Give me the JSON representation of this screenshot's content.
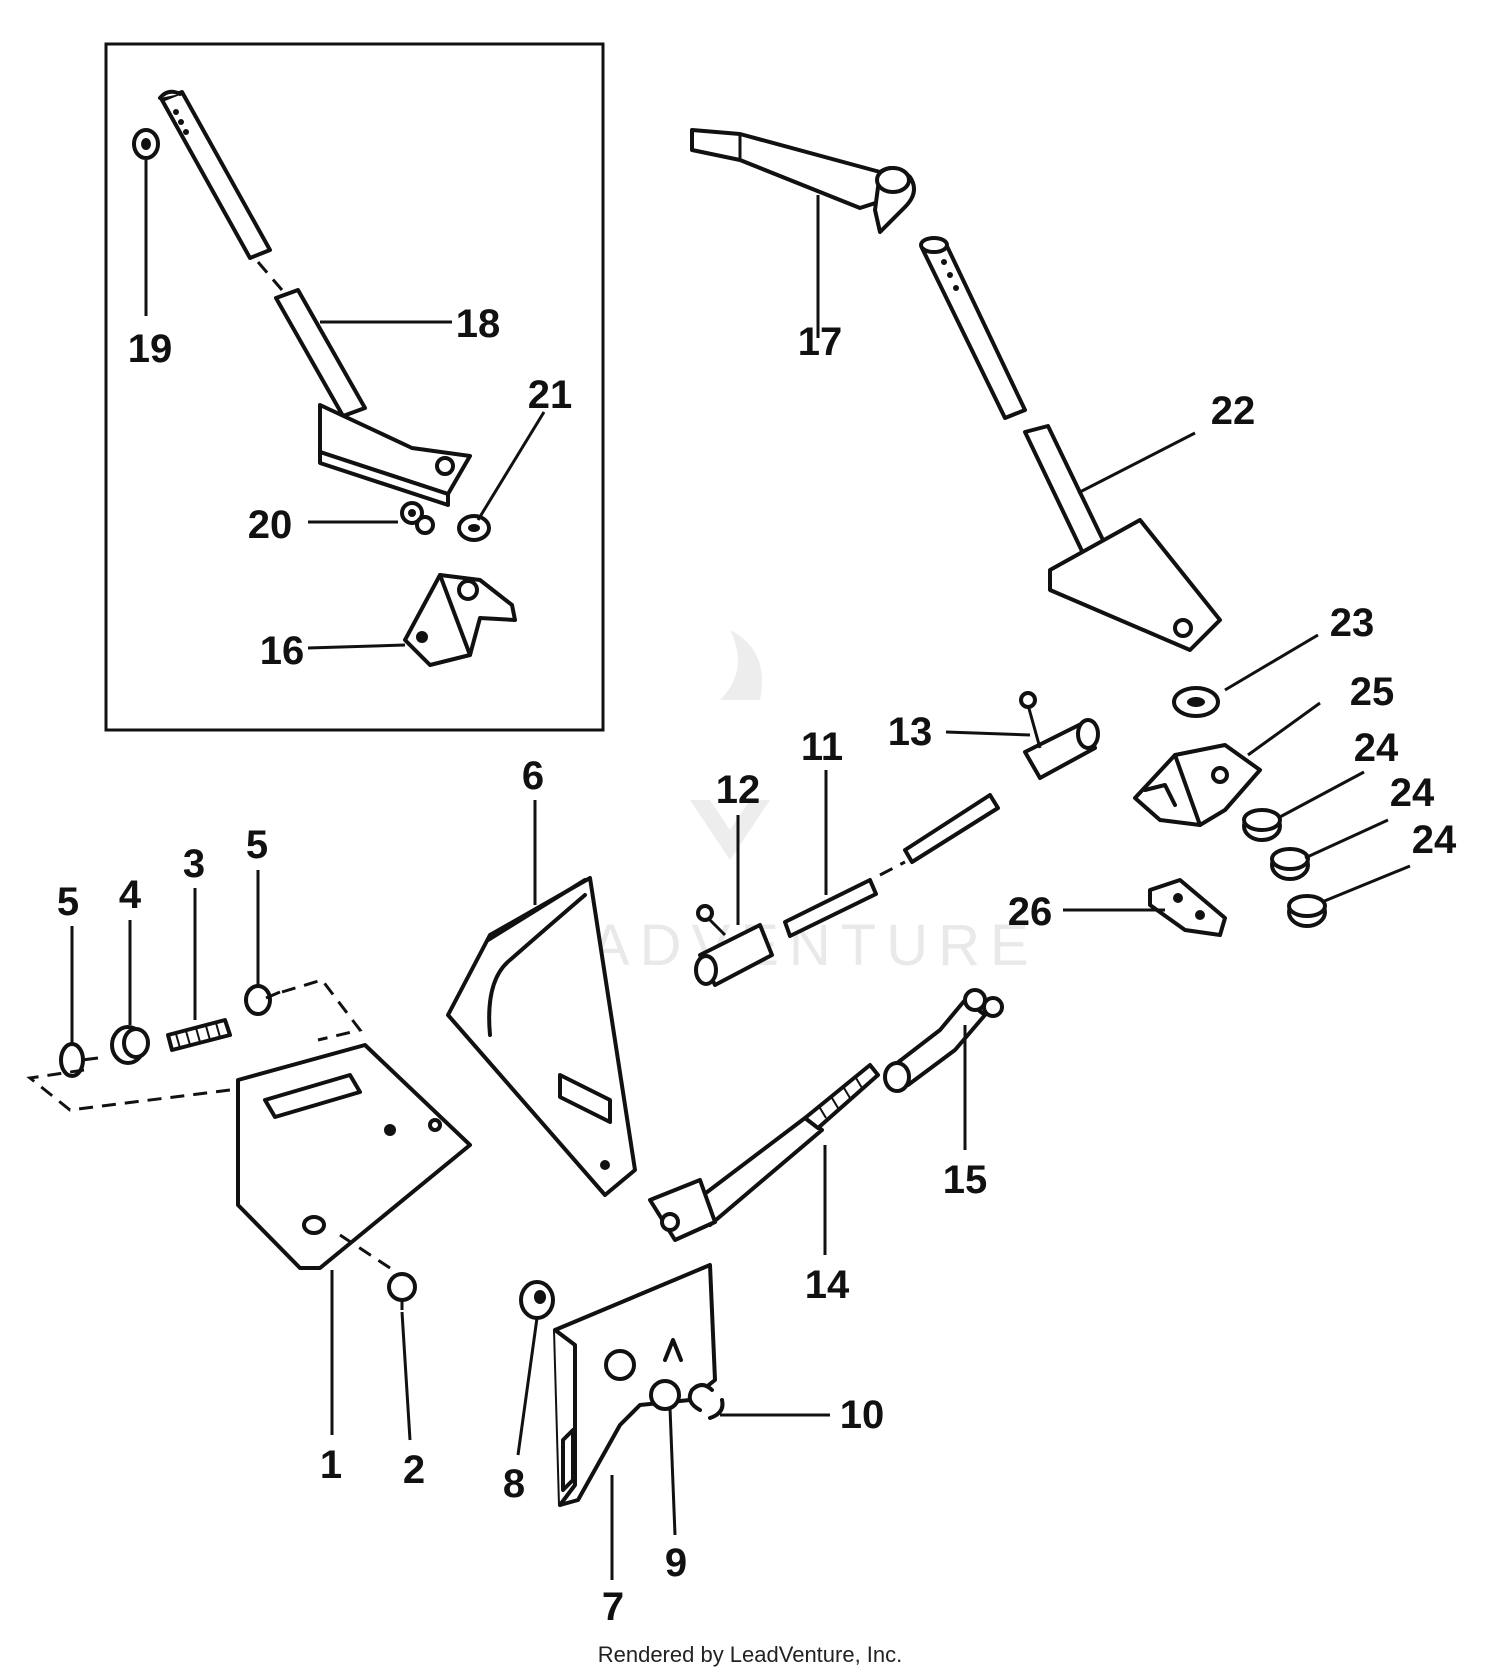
{
  "diagram": {
    "callouts": {
      "c1": "1",
      "c2": "2",
      "c3": "3",
      "c4": "4",
      "c5a": "5",
      "c5b": "5",
      "c6": "6",
      "c7": "7",
      "c8": "8",
      "c9": "9",
      "c10": "10",
      "c11": "11",
      "c12": "12",
      "c13": "13",
      "c14": "14",
      "c15": "15",
      "c16": "16",
      "c17": "17",
      "c18": "18",
      "c19": "19",
      "c20": "20",
      "c21": "21",
      "c22": "22",
      "c23": "23",
      "c24a": "24",
      "c24b": "24",
      "c24c": "24",
      "c25": "25",
      "c26": "26"
    },
    "watermark": "LEADVENTURE",
    "footer": "Rendered by LeadVenture, Inc."
  }
}
